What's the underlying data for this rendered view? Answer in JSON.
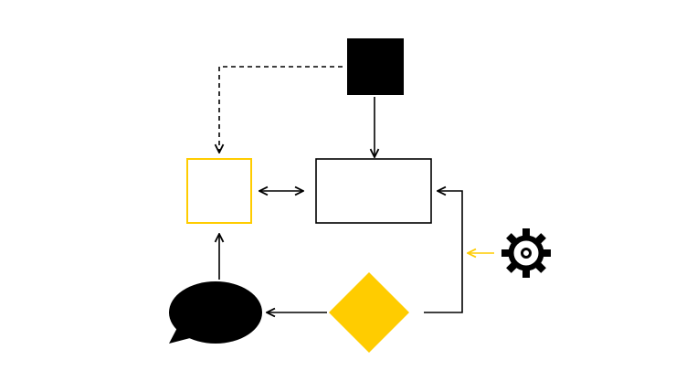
{
  "diagram": {
    "colors": {
      "background": "#ffffff",
      "stroke": "#000000",
      "accent": "#ffcc00",
      "fill_dark": "#000000"
    },
    "nodes": [
      {
        "id": "top-square",
        "shape": "filled-square",
        "color": "#000000"
      },
      {
        "id": "center-rect",
        "shape": "rectangle-outline",
        "color": "#000000"
      },
      {
        "id": "left-square",
        "shape": "square-outline",
        "color": "#ffcc00"
      },
      {
        "id": "diamond",
        "shape": "diamond",
        "color": "#ffcc00"
      },
      {
        "id": "speech-bubble",
        "shape": "speech-bubble-icon",
        "color": "#000000"
      },
      {
        "id": "gear",
        "shape": "gear-icon",
        "color": "#000000"
      }
    ],
    "edges": [
      {
        "from": "top-square",
        "to": "left-square",
        "style": "dashed"
      },
      {
        "from": "top-square",
        "to": "center-rect",
        "style": "solid"
      },
      {
        "from": "left-square",
        "to": "center-rect",
        "style": "solid",
        "bidirectional": true
      },
      {
        "from": "diamond",
        "to": "center-rect",
        "style": "solid"
      },
      {
        "from": "diamond",
        "to": "speech-bubble",
        "style": "solid"
      },
      {
        "from": "speech-bubble",
        "to": "left-square",
        "style": "solid"
      },
      {
        "from": "gear",
        "to": "diamond-edge",
        "style": "solid",
        "color": "#ffcc00"
      }
    ]
  }
}
